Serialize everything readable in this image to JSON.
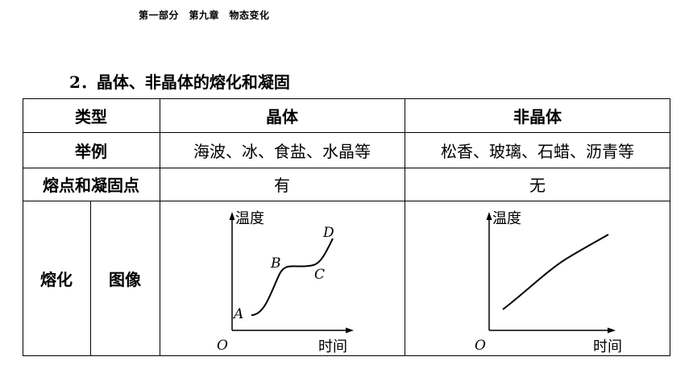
{
  "header": "第一部分　第九章　物态变化",
  "section": {
    "number": "2．",
    "title": "晶体、非晶体的熔化和凝固"
  },
  "table": {
    "row_type": {
      "label": "类型",
      "crystal": "晶体",
      "amorphous": "非晶体"
    },
    "row_example": {
      "label": "举例",
      "crystal": "海波、冰、食盐、水晶等",
      "amorphous": "松香、玻璃、石蜡、沥青等"
    },
    "row_point": {
      "label": "熔点和凝固点",
      "crystal": "有",
      "amorphous": "无"
    },
    "row_melt": {
      "label": "熔化",
      "sublabel": "图像"
    }
  },
  "graph_crystal": {
    "ylabel": "温度",
    "xlabel": "时间",
    "origin": "O",
    "points": {
      "A": "A",
      "B": "B",
      "C": "C",
      "D": "D"
    }
  },
  "graph_amorphous": {
    "ylabel": "温度",
    "xlabel": "时间",
    "origin": "O"
  }
}
